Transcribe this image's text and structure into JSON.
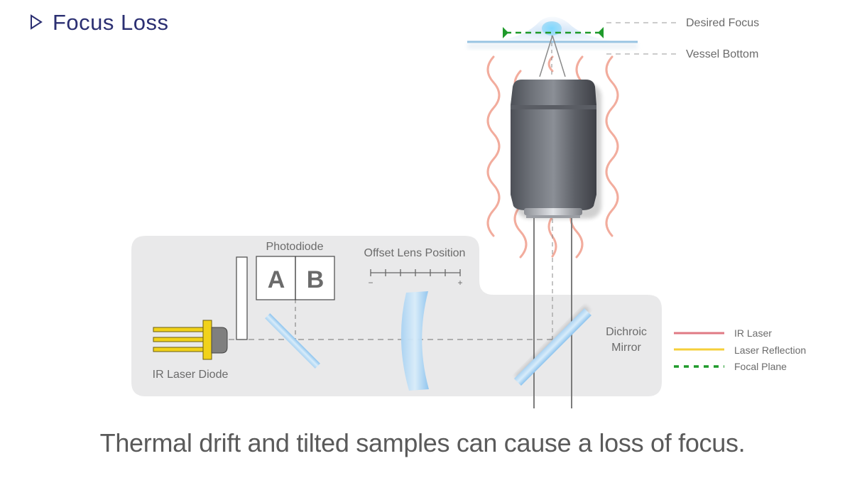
{
  "header": {
    "title": "Focus Loss",
    "title_icon": "triangle-right-outline-icon",
    "title_color": "#2b2f72"
  },
  "diagram": {
    "labels": {
      "desired_focus": "Desired Focus",
      "vessel_bottom": "Vessel Bottom",
      "photodiode": "Photodiode",
      "photodiode_a": "A",
      "photodiode_b": "B",
      "offset_lens_position": "Offset Lens Position",
      "scale_minus": "−",
      "scale_plus": "+",
      "ir_laser_diode": "IR Laser Diode",
      "dichroic_line1": "Dichroic",
      "dichroic_line2": "Mirror"
    },
    "offset_scale_ticks": 7
  },
  "legend": {
    "items": [
      {
        "label": "IR Laser",
        "color": "#e07a84",
        "style": "solid"
      },
      {
        "label": "Laser Reflection",
        "color": "#f5cf3a",
        "style": "solid"
      },
      {
        "label": "Focal Plane",
        "color": "#1e9a2a",
        "style": "dashed"
      }
    ]
  },
  "caption": "Thermal drift and tilted samples can cause a loss of focus."
}
